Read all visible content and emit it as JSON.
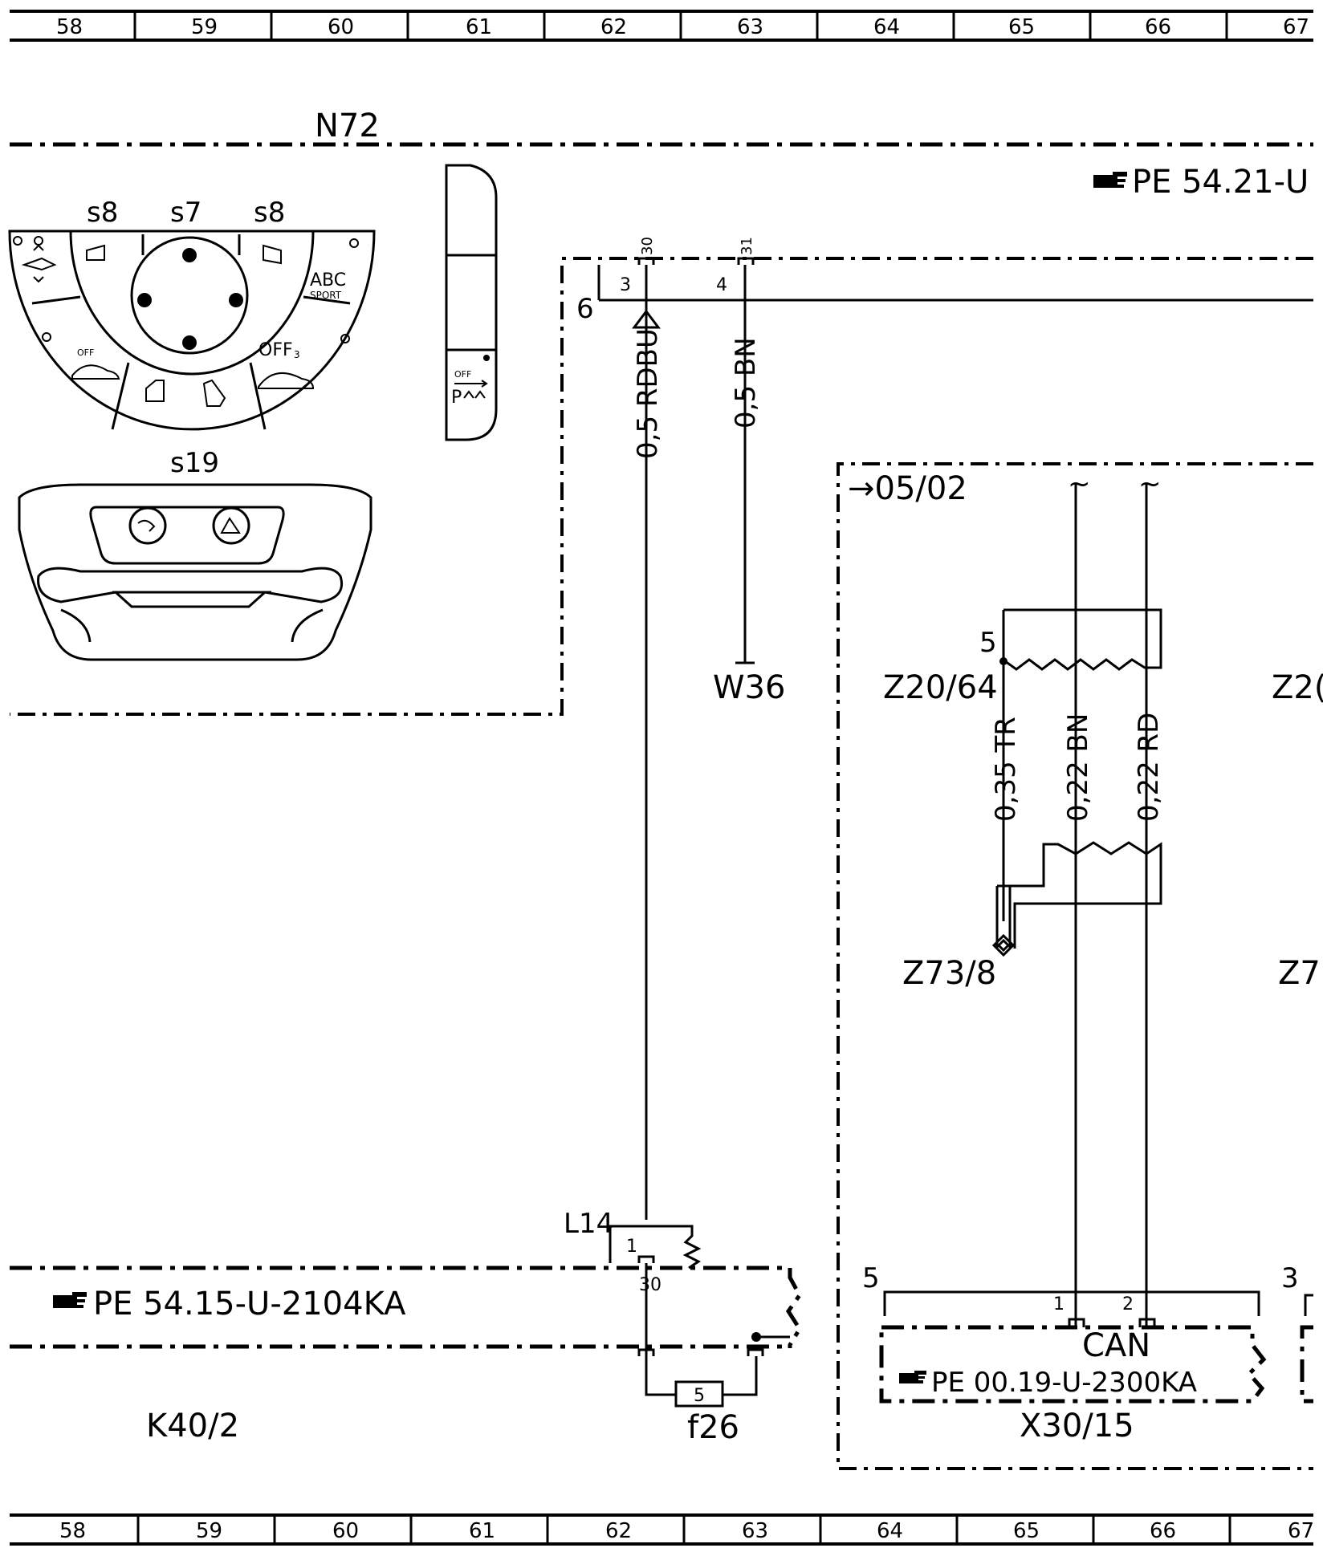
{
  "grid_columns": [
    "58",
    "59",
    "60",
    "61",
    "62",
    "63",
    "64",
    "65",
    "66",
    "67"
  ],
  "components": {
    "n72": "N72",
    "s8_left": "s8",
    "s7": "s7",
    "s8_right": "s8",
    "s19": "s19",
    "w36": "W36",
    "l14": "L14",
    "k40_2": "K40/2",
    "f26": "f26",
    "z20_64": "Z20/64",
    "z20_cut": "Z2(",
    "z73_8": "Z73/8",
    "z7_cut": "Z7",
    "x30_15": "X30/15"
  },
  "panel_text": {
    "abc": "ABC",
    "sport": "SPORT",
    "off1": "OFF",
    "off2": "OFF",
    "off3": "OFF",
    "sub3": "3",
    "p": "P"
  },
  "references": {
    "top_right": "PE 54.21-U",
    "k40": "PE 54.15-U-2104KA",
    "x30": "PE 00.19-U-2300KA"
  },
  "pins": {
    "p6": "6",
    "p3": "3",
    "p4": "4",
    "p30_top": "30",
    "p31_top": "31",
    "p5_z20": "5",
    "p1_l14": "1",
    "p30_k40": "30",
    "p5_fuse": "5",
    "p5_x30": "5",
    "p1_x30": "1",
    "p2_x30": "2",
    "p3_x30": "3"
  },
  "wires": {
    "rdbu": "0,5 RDBU",
    "bn": "0,5 BN",
    "tr": "0,35 TR",
    "bn22": "0,22 BN",
    "rd22": "0,22 RD"
  },
  "misc": {
    "arrow_ref": "05/02",
    "can": "CAN",
    "tilde1": "~",
    "tilde2": "~"
  },
  "icons": {
    "reference": "pointing-hand-icon",
    "ground": "ground-triangle-icon"
  }
}
